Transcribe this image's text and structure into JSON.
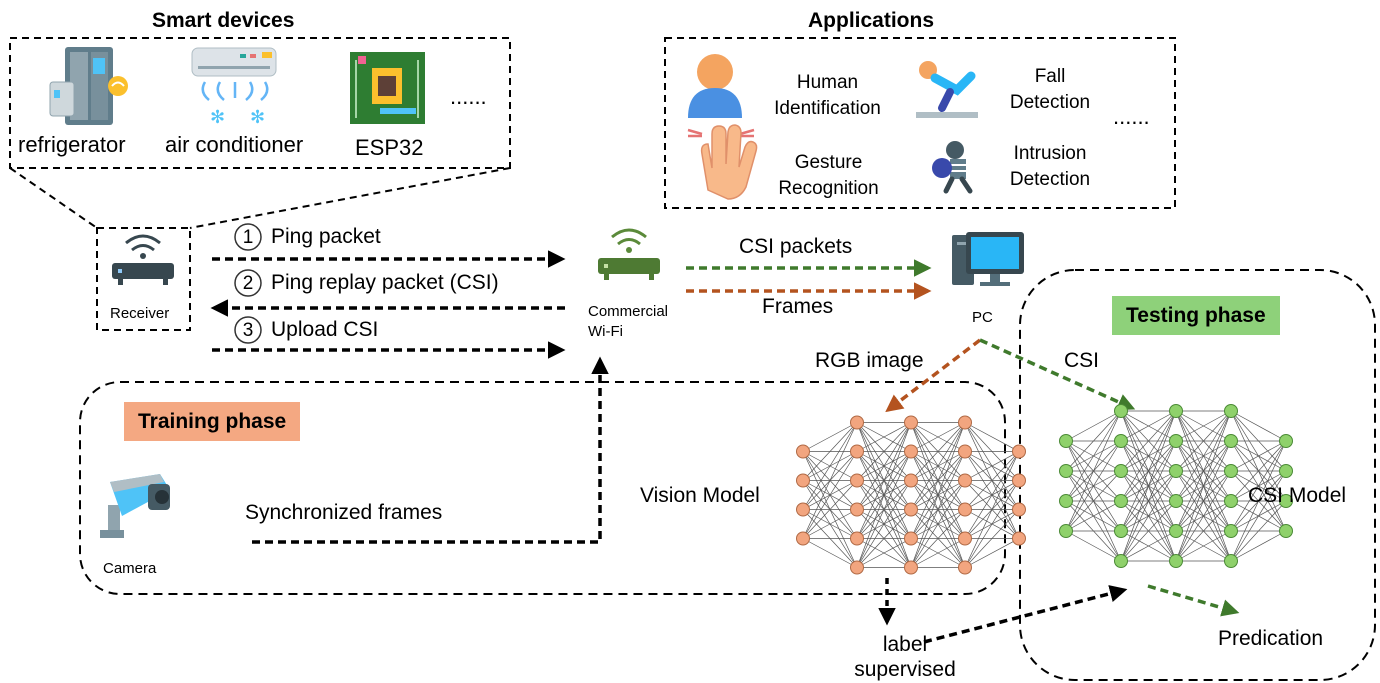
{
  "smart_devices": {
    "title": "Smart devices",
    "items": [
      "refrigerator",
      "air conditioner",
      "ESP32"
    ],
    "more": "......"
  },
  "applications": {
    "title": "Applications",
    "items": [
      {
        "line1": "Human",
        "line2": "Identification"
      },
      {
        "line1": "Fall",
        "line2": "Detection"
      },
      {
        "line1": "Gesture",
        "line2": "Recognition"
      },
      {
        "line1": "Intrusion",
        "line2": "Detection"
      }
    ],
    "more": "......"
  },
  "receiver": {
    "label": "Receiver"
  },
  "steps": [
    {
      "num": "1",
      "label": "Ping packet"
    },
    {
      "num": "2",
      "label": "Ping replay packet (CSI)"
    },
    {
      "num": "3",
      "label": "Upload CSI"
    }
  ],
  "wifi": {
    "line1": "Commercial",
    "line2": "Wi-Fi"
  },
  "csi_packets": "CSI packets",
  "frames": "Frames",
  "pc": "PC",
  "rgb_image": "RGB image",
  "csi": "CSI",
  "training": {
    "label": "Training phase",
    "color": "#f4a882"
  },
  "testing": {
    "label": "Testing phase",
    "color": "#8ed17a"
  },
  "camera": "Camera",
  "synchronized_frames": "Synchronized frames",
  "vision_model": "Vision Model",
  "csi_model": "CSI Model",
  "label_supervised": {
    "line1": "label",
    "line2": "supervised"
  },
  "predication": "Predication",
  "colors": {
    "green_arrow": "#3f7a2c",
    "orange_arrow": "#b4531f",
    "vision_node": "#f2a57f",
    "csi_node": "#8fd16b"
  }
}
